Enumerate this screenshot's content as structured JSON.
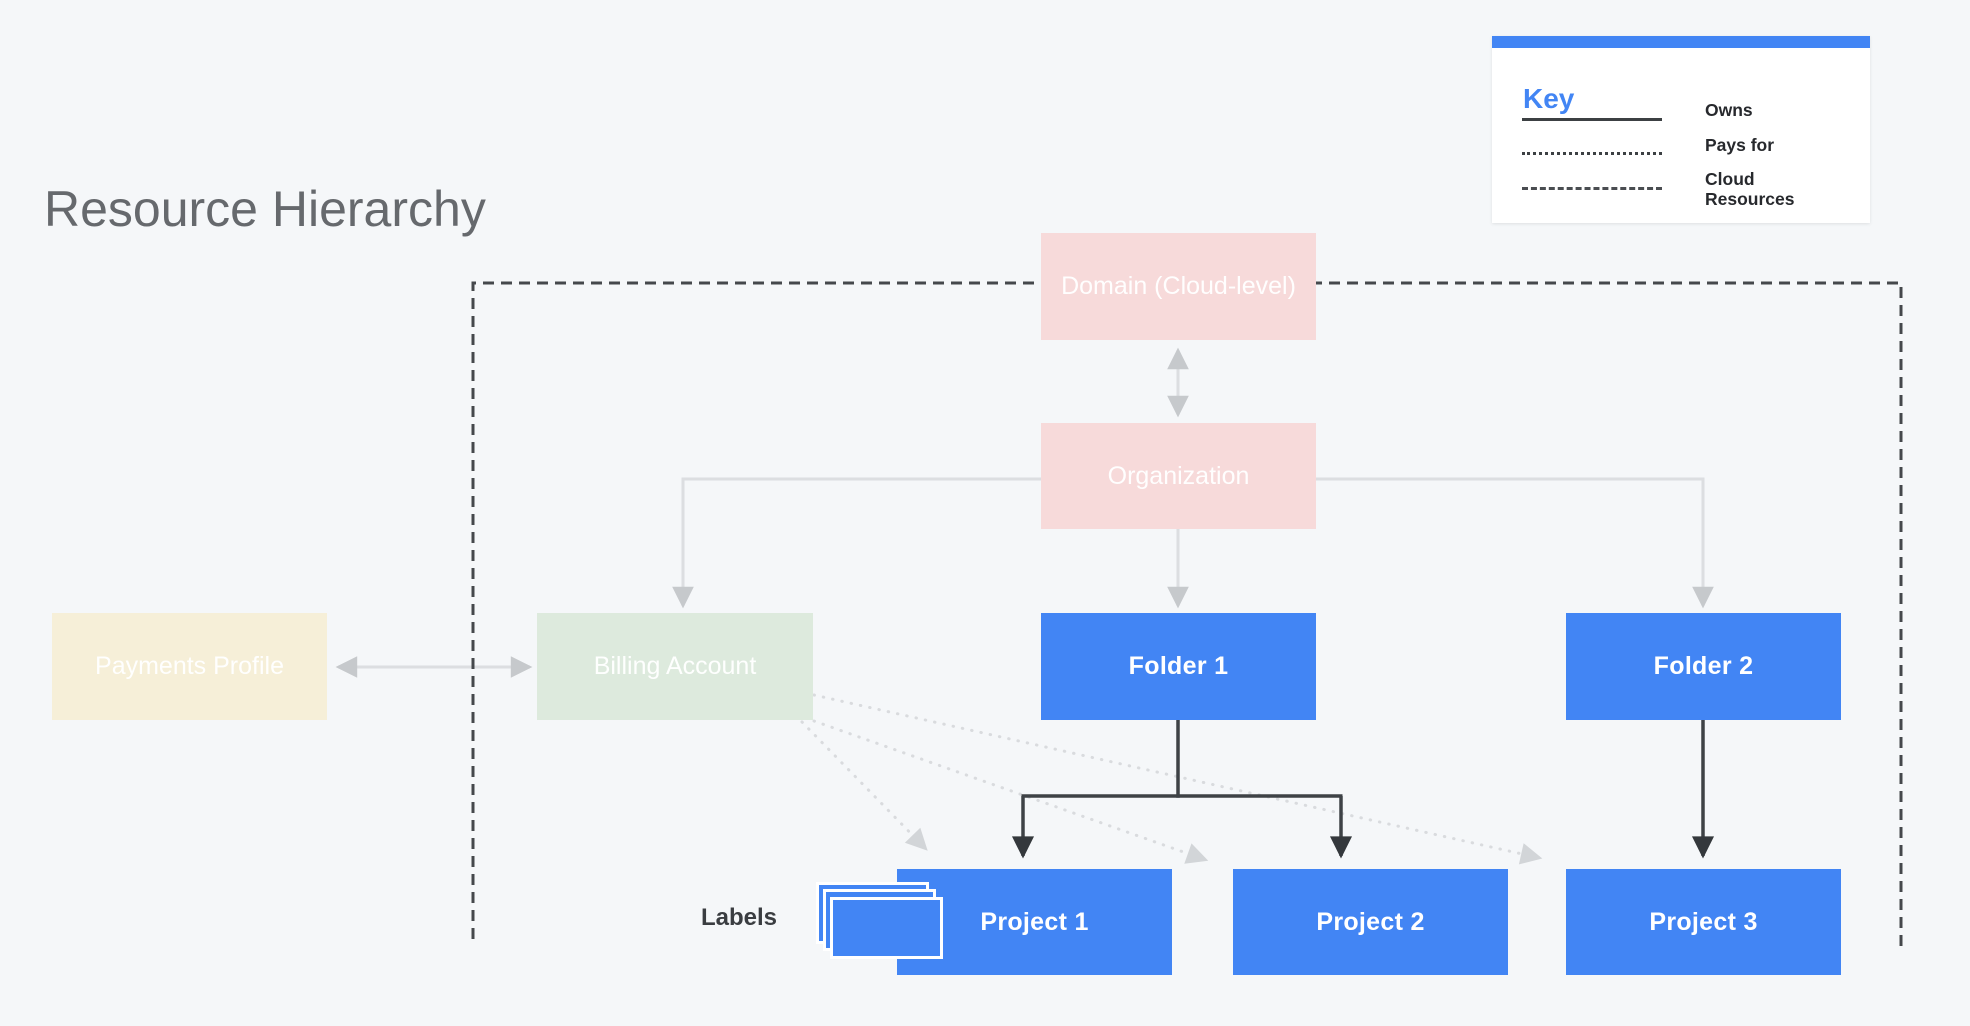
{
  "page": {
    "title": "Resource Hierarchy"
  },
  "key": {
    "title": "Key",
    "items": [
      {
        "line_style": "solid",
        "label": "Owns"
      },
      {
        "line_style": "dotted",
        "label": "Pays for"
      },
      {
        "line_style": "dashed",
        "label": "Cloud Resources"
      }
    ]
  },
  "nodes": {
    "domain": {
      "label": "Domain (Cloud-level)",
      "color": "#F7DADA"
    },
    "organization": {
      "label": "Organization",
      "color": "#F7DADA"
    },
    "payments_profile": {
      "label": "Payments Profile",
      "color": "#F6EFD8"
    },
    "billing_account": {
      "label": "Billing Account",
      "color": "#DDEADD"
    },
    "folder1": {
      "label": "Folder 1",
      "color": "#4285F4"
    },
    "folder2": {
      "label": "Folder 2",
      "color": "#4285F4"
    },
    "project1": {
      "label": "Project 1",
      "color": "#4285F4"
    },
    "project2": {
      "label": "Project 2",
      "color": "#4285F4"
    },
    "project3": {
      "label": "Project 3",
      "color": "#4285F4"
    }
  },
  "annotations": {
    "labels_caption": "Labels"
  },
  "edges": [
    {
      "from": "domain",
      "to": "organization",
      "relationship": "owns",
      "bidirectional": true
    },
    {
      "from": "organization",
      "to": "billing_account",
      "relationship": "owns"
    },
    {
      "from": "organization",
      "to": "folder1",
      "relationship": "owns"
    },
    {
      "from": "organization",
      "to": "folder2",
      "relationship": "owns"
    },
    {
      "from": "payments_profile",
      "to": "billing_account",
      "relationship": "owns",
      "bidirectional": true
    },
    {
      "from": "folder1",
      "to": "project1",
      "relationship": "owns"
    },
    {
      "from": "folder1",
      "to": "project2",
      "relationship": "owns"
    },
    {
      "from": "folder2",
      "to": "project3",
      "relationship": "owns"
    },
    {
      "from": "billing_account",
      "to": "project1",
      "relationship": "pays_for"
    },
    {
      "from": "billing_account",
      "to": "project2",
      "relationship": "pays_for"
    },
    {
      "from": "billing_account",
      "to": "project3",
      "relationship": "pays_for"
    }
  ],
  "cloud_resources_boundary": [
    "domain",
    "organization",
    "billing_account",
    "folder1",
    "folder2",
    "project1",
    "project2",
    "project3"
  ],
  "colors": {
    "background": "#F5F7F9",
    "accent_blue": "#4285F4",
    "node_pink": "#F7DADA",
    "node_green": "#DDEADD",
    "node_cream": "#F6EFD8",
    "title_gray": "#66696d",
    "line_light_gray": "#dcdee1",
    "line_dark": "#3e4246",
    "dotted_line": "#d9dbde",
    "dashed_boundary": "#45484c",
    "key_text": "#27292d"
  }
}
